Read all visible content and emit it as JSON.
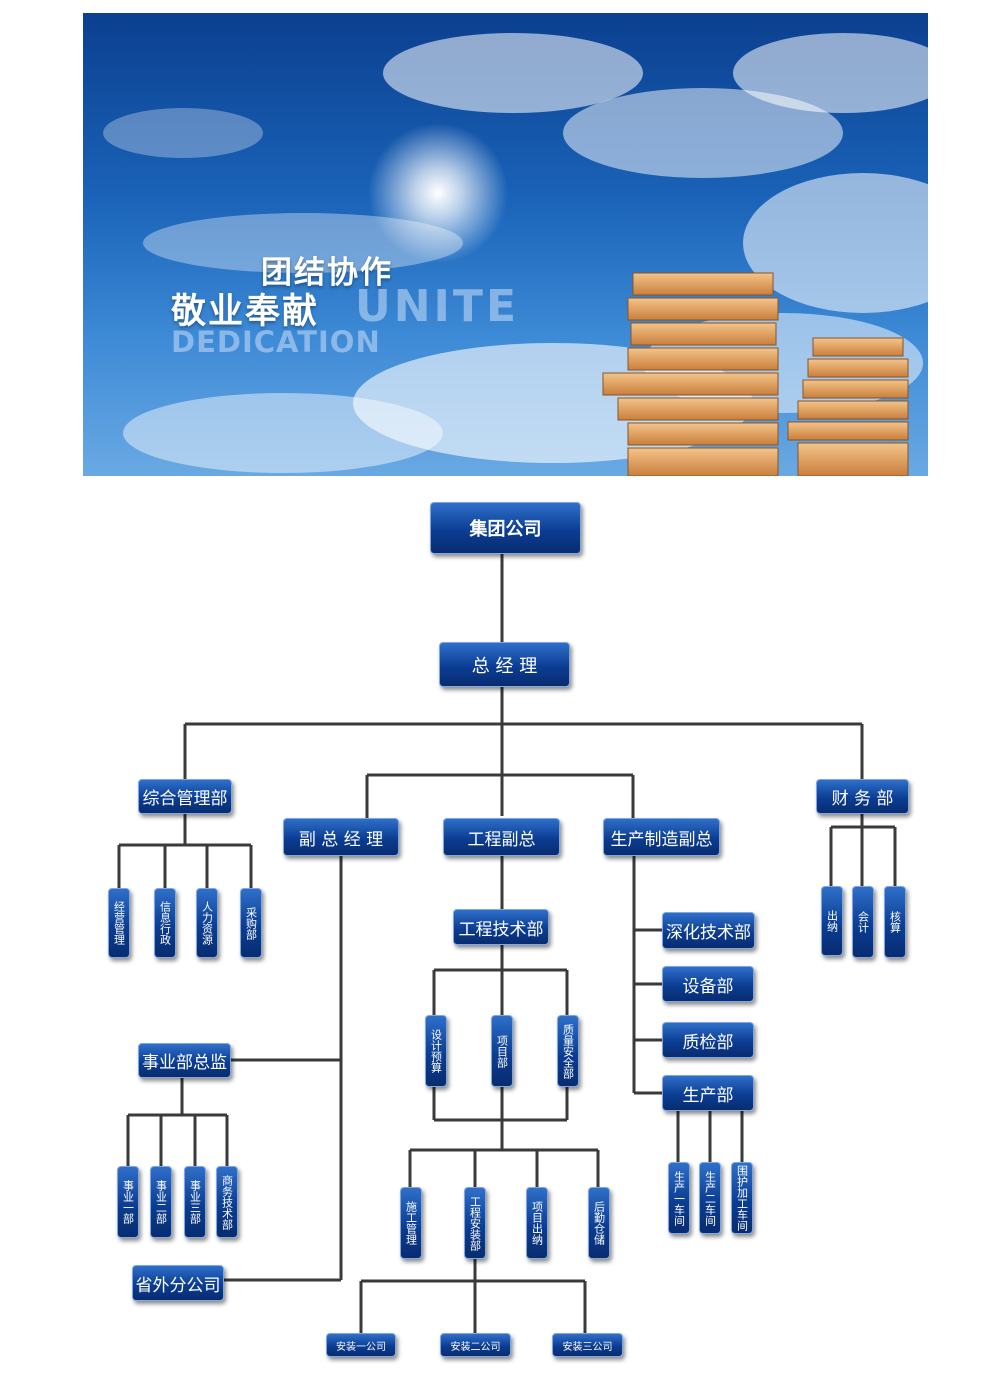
{
  "banner": {
    "slogan_line1": "团结协作",
    "slogan_line2": "敬业奉献",
    "english_line1": "UNITE",
    "english_line2": "DEDICATION"
  },
  "org": {
    "group": "集团公司",
    "gm": "总 经 理",
    "admin": "综合管理部",
    "finance": "财 务 部",
    "deputy_gm": "副 总 经 理",
    "eng_vp": "工程副总",
    "mfg_vp": "生产制造副总",
    "admin_subs": [
      "经营管理",
      "信息行政",
      "人力资源",
      "采购部"
    ],
    "finance_subs": [
      "出纳",
      "会计",
      "核算"
    ],
    "eng_tech": "工程技术部",
    "eng_tech_subs": [
      "设计预算",
      "项目部",
      "质量安全部"
    ],
    "eng_sub2": [
      "施工管理",
      "工程安装部",
      "项目出纳",
      "后勤仓储"
    ],
    "install_cos": [
      "安装一公司",
      "安装二公司",
      "安装三公司"
    ],
    "mfg_depts": [
      "深化技术部",
      "设备部",
      "质检部",
      "生产部"
    ],
    "workshops": [
      "生产一车间",
      "生产二车间",
      "围护加工车间"
    ],
    "biz_director": "事业部总监",
    "biz_subs": [
      "事业一部",
      "事业二部",
      "事业三部",
      "商务技术部"
    ],
    "out_branch": "省外分公司"
  }
}
